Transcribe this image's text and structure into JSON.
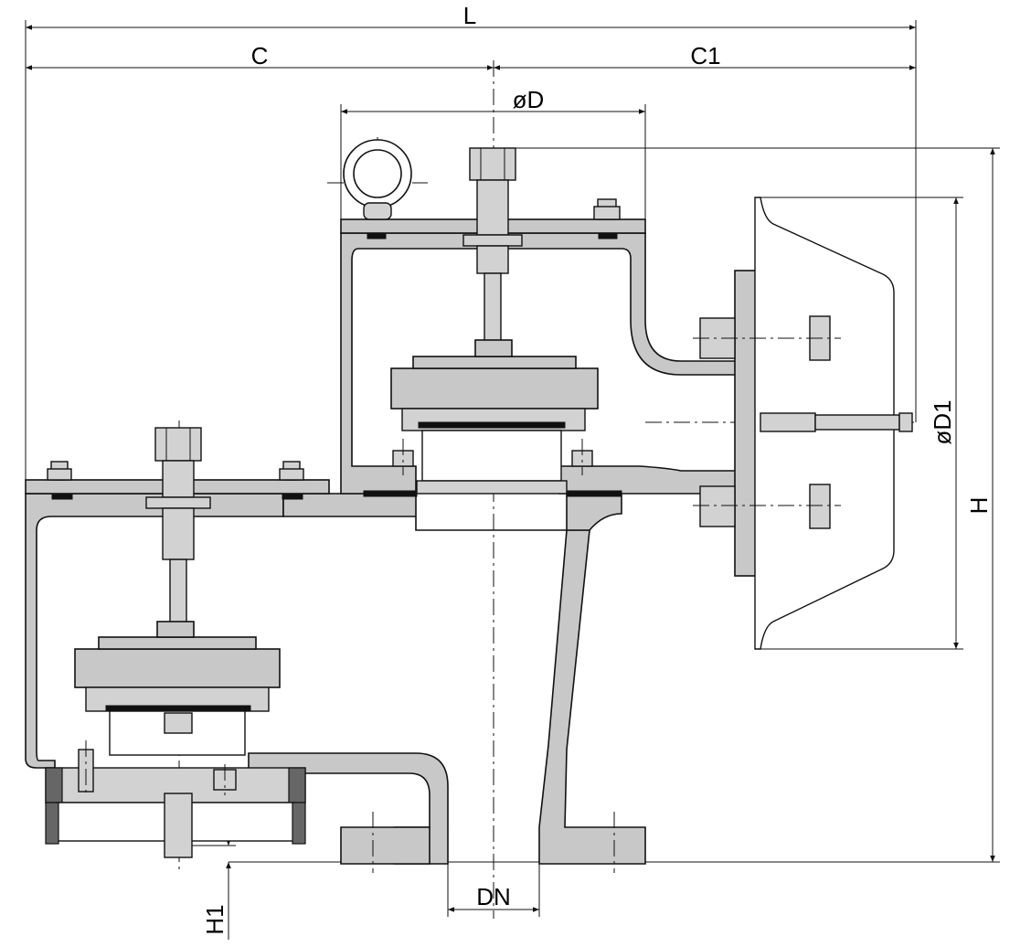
{
  "labels": {
    "L": "L",
    "C": "C",
    "C1": "C1",
    "oD": "øD",
    "oD1": "øD1",
    "H": "H",
    "H1": "H1",
    "DN": "DN"
  },
  "colors": {
    "body_fill": "#c8c8c8",
    "line": "#111111",
    "gasket": "#111111"
  }
}
